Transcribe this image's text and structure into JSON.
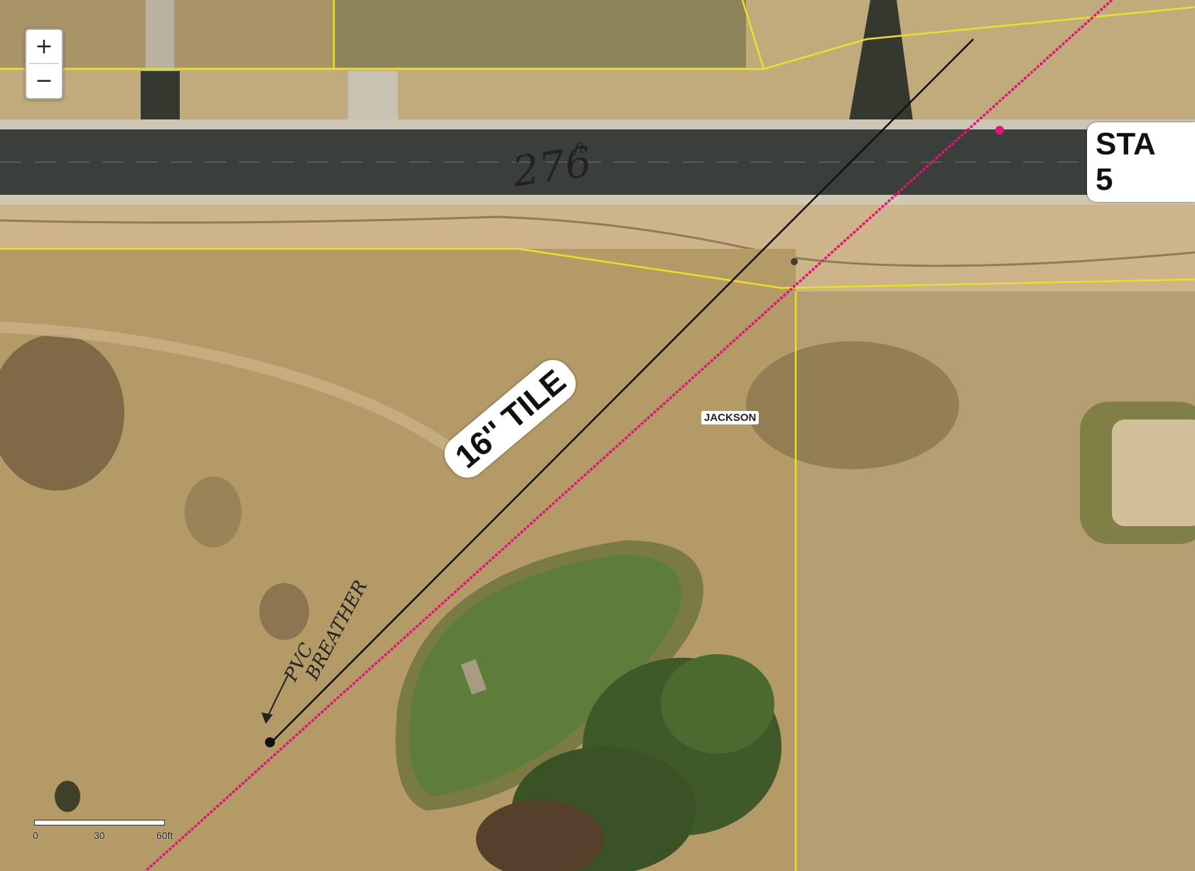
{
  "map": {
    "zoom_in_label": "+",
    "zoom_out_label": "−",
    "station_label": "STA 5",
    "parcel_label": "JACKSON",
    "tile_label": "16'' TILE",
    "handwritten_distance": "276",
    "handwritten_distance_unit": "ft",
    "handwritten_note_line1": "PVC",
    "handwritten_note_line2": "BREATHER",
    "scale_bar": {
      "labels": [
        "0",
        "30",
        "60ft"
      ]
    },
    "colors": {
      "parcel_lines": "#e8e02a",
      "pipeline": "#e2137a",
      "tile_line": "#111111",
      "road": "#3a3d3a",
      "field": "#b9a06e",
      "pond": "#5f7d3a"
    },
    "icons": [
      "plus-icon",
      "minus-icon",
      "arrow-icon"
    ]
  }
}
